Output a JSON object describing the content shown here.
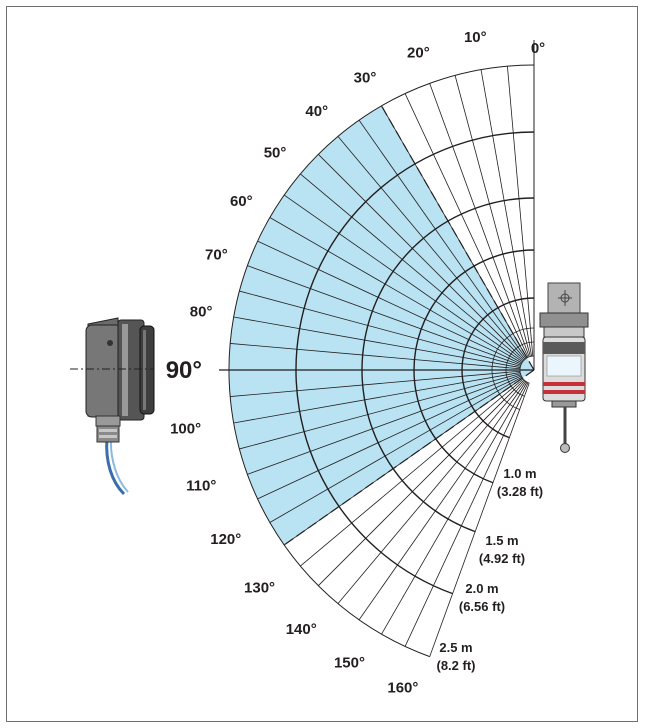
{
  "diagram": {
    "angle_labels": [
      "0°",
      "10°",
      "20°",
      "30°",
      "40°",
      "50°",
      "60°",
      "70°",
      "80°",
      "90°",
      "100°",
      "110°",
      "120°",
      "130°",
      "140°",
      "150°",
      "160°"
    ],
    "distance_labels": [
      {
        "metric": "1.0 m",
        "imperial": "(3.28 ft)"
      },
      {
        "metric": "1.5 m",
        "imperial": "(4.92 ft)"
      },
      {
        "metric": "2.0 m",
        "imperial": "(6.56 ft)"
      },
      {
        "metric": "2.5 m",
        "imperial": "(8.2 ft)"
      }
    ],
    "coverage": {
      "start_angle_deg": 30,
      "end_angle_deg": 125,
      "color": "#b9e3f2"
    },
    "line_color": "#231f20",
    "receiver_icon": "optical-receiver-icon",
    "probe_icon": "spindle-probe-icon"
  }
}
